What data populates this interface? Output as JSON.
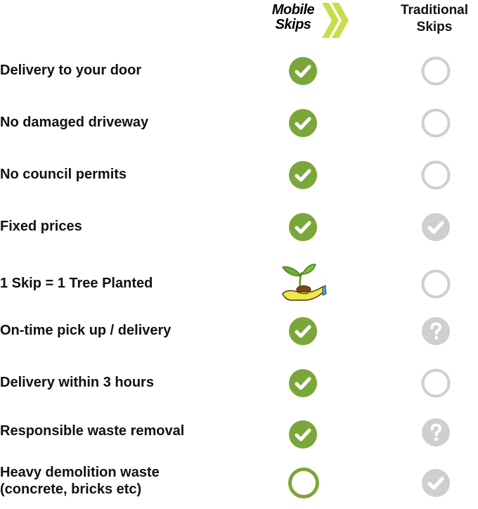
{
  "header": {
    "brand_line1": "Mobile",
    "brand_line2": "Skips",
    "competitor_line1": "Traditional",
    "competitor_line2": "Skips"
  },
  "colors": {
    "check_green": "#7aa63a",
    "ring_green": "#7aa63a",
    "ring_grey": "#cfcfcf",
    "fill_grey": "#cfcfcf",
    "chevron_green": "#c9dd4a",
    "hand_yellow": "#f2e64a"
  },
  "rows": [
    {
      "label": "Delivery to your door",
      "mobile": "green-check-icon",
      "traditional": "grey-empty-circle-icon"
    },
    {
      "label": "No damaged driveway",
      "mobile": "green-check-icon",
      "traditional": "grey-empty-circle-icon"
    },
    {
      "label": "No council permits",
      "mobile": "green-check-icon",
      "traditional": "grey-empty-circle-icon"
    },
    {
      "label": "Fixed prices",
      "mobile": "green-check-icon",
      "traditional": "grey-check-icon"
    },
    {
      "label": "1 Skip = 1 Tree Planted",
      "mobile": "plant-in-hand-icon",
      "traditional": "grey-empty-circle-icon"
    },
    {
      "label": "On-time pick up / delivery",
      "mobile": "green-check-icon",
      "traditional": "grey-question-icon"
    },
    {
      "label": "Delivery within 3 hours",
      "mobile": "green-check-icon",
      "traditional": "grey-empty-circle-icon"
    },
    {
      "label": "Responsible waste removal",
      "mobile": "green-check-icon",
      "traditional": "grey-question-icon"
    },
    {
      "label_line1": "Heavy demolition waste",
      "label_line2": "(concrete, bricks etc)",
      "mobile": "green-empty-circle-icon",
      "traditional": "grey-check-icon"
    }
  ]
}
